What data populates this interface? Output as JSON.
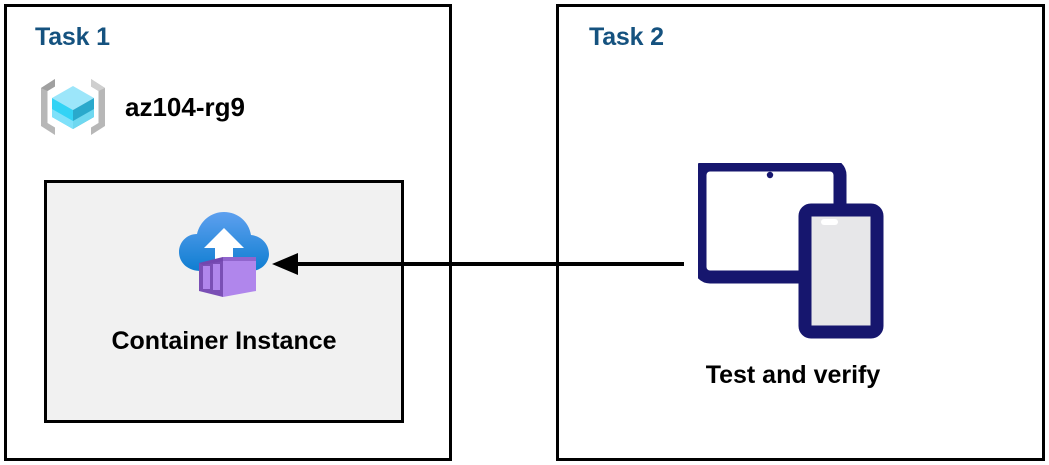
{
  "diagram": {
    "title": "Azure Container Instance task diagram",
    "background": "#ffffff",
    "accent_title_color": "#15527f",
    "panel_border_color": "#000000",
    "inner_box_fill": "#f1f1f1",
    "arrow_color": "#000000",
    "device_icon_color": "#16166e"
  },
  "panels": [
    {
      "id": "task1",
      "title": "Task 1",
      "resource_group": {
        "icon": "azure-resource-group-icon",
        "label": "az104-rg9"
      },
      "inner_box": {
        "icon": "azure-container-instance-icon",
        "label": "Container Instance"
      }
    },
    {
      "id": "task2",
      "title": "Task 2",
      "devices": {
        "icon": "tablet-and-phone-devices-icon",
        "label": "Test and verify"
      }
    }
  ],
  "connector": {
    "name": "arrow-task2-to-container-instance",
    "direction": "right-to-left",
    "head": "solid-triangle",
    "color": "#000000"
  }
}
